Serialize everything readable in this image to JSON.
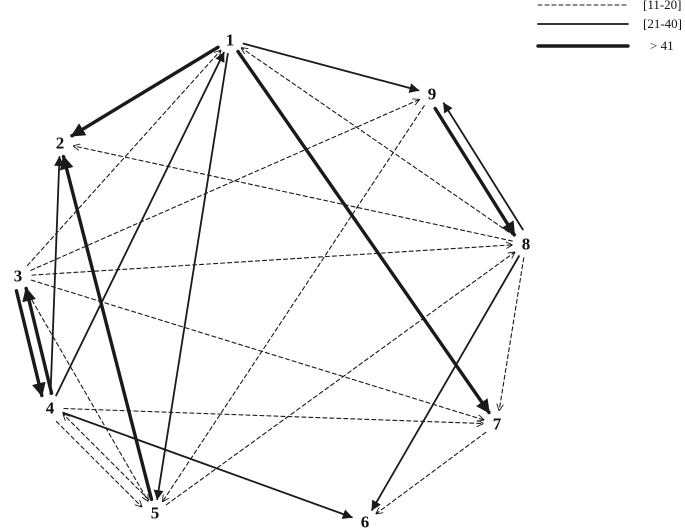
{
  "nodes": [
    {
      "id": "1",
      "label": "1"
    },
    {
      "id": "2",
      "label": "2"
    },
    {
      "id": "3",
      "label": "3"
    },
    {
      "id": "4",
      "label": "4"
    },
    {
      "id": "5",
      "label": "5"
    },
    {
      "id": "6",
      "label": "6"
    },
    {
      "id": "7",
      "label": "7"
    },
    {
      "id": "8",
      "label": "8"
    },
    {
      "id": "9",
      "label": "9"
    }
  ],
  "legend": [
    {
      "style": "dashed",
      "label": "[11-20]"
    },
    {
      "style": "solid",
      "label": "[21-40]"
    },
    {
      "style": "thick",
      "label": "> 41"
    }
  ],
  "edges": [
    {
      "from": "3",
      "to": "1",
      "style": "dashed"
    },
    {
      "from": "1",
      "to": "9",
      "style": "solid"
    },
    {
      "from": "1",
      "to": "2",
      "style": "thick"
    },
    {
      "from": "1",
      "to": "5",
      "style": "solid"
    },
    {
      "from": "1",
      "to": "7",
      "style": "thick"
    },
    {
      "from": "4",
      "to": "1",
      "style": "solid"
    },
    {
      "from": "8",
      "to": "1",
      "style": "dashed"
    },
    {
      "from": "9",
      "to": "8",
      "style": "thick"
    },
    {
      "from": "8",
      "to": "9",
      "style": "solid"
    },
    {
      "from": "9",
      "to": "5",
      "style": "dashed"
    },
    {
      "from": "3",
      "to": "9",
      "style": "dashed"
    },
    {
      "from": "8",
      "to": "2",
      "style": "dashed"
    },
    {
      "from": "4",
      "to": "2",
      "style": "solid"
    },
    {
      "from": "5",
      "to": "2",
      "style": "thick"
    },
    {
      "from": "3",
      "to": "8",
      "style": "dashed"
    },
    {
      "from": "3",
      "to": "7",
      "style": "dashed"
    },
    {
      "from": "3",
      "to": "5",
      "style": "dashed"
    },
    {
      "from": "3",
      "to": "4",
      "style": "thick"
    },
    {
      "from": "4",
      "to": "3",
      "style": "thick"
    },
    {
      "from": "4",
      "to": "7",
      "style": "dashed"
    },
    {
      "from": "4",
      "to": "6",
      "style": "solid"
    },
    {
      "from": "4",
      "to": "5",
      "style": "dashed"
    },
    {
      "from": "5",
      "to": "4",
      "style": "dashed"
    },
    {
      "from": "5",
      "to": "8",
      "style": "dashed"
    },
    {
      "from": "8",
      "to": "7",
      "style": "dashed"
    },
    {
      "from": "8",
      "to": "6",
      "style": "solid"
    },
    {
      "from": "7",
      "to": "6",
      "style": "dashed"
    }
  ]
}
